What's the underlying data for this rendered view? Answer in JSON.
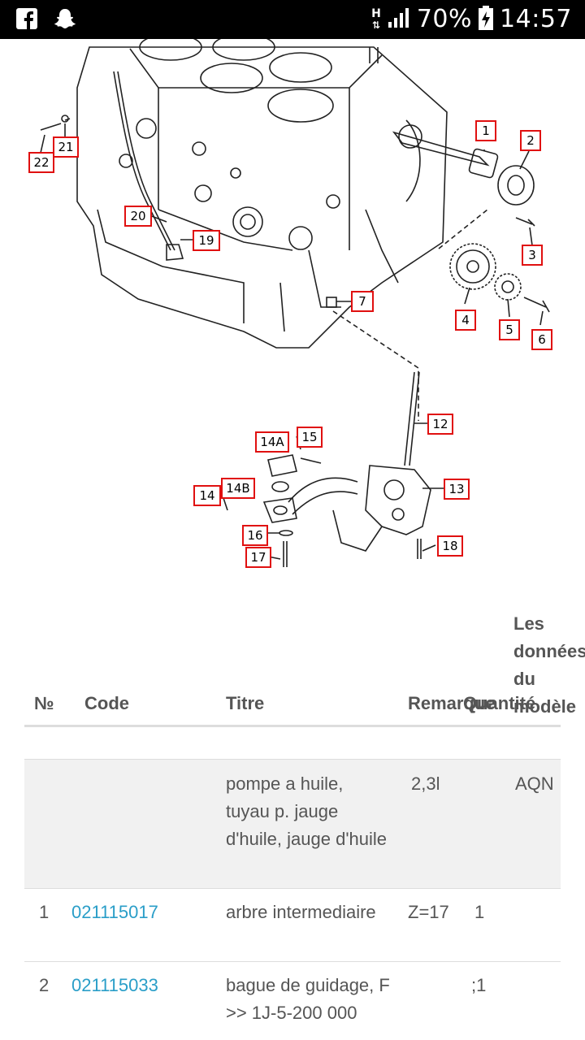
{
  "status_bar": {
    "battery": "70%",
    "time": "14:57",
    "network": "H"
  },
  "diagram": {
    "callouts": [
      "1",
      "2",
      "3",
      "4",
      "5",
      "6",
      "7",
      "12",
      "13",
      "14",
      "14A",
      "14B",
      "15",
      "16",
      "17",
      "18",
      "19",
      "20",
      "21",
      "22"
    ]
  },
  "table": {
    "headers": {
      "num": "№",
      "code": "Code",
      "title": "Titre",
      "remark": "Remarque",
      "qty": "Quantité",
      "model": "Les données du modèle"
    },
    "group_row": {
      "title": "pompe a huile, tuyau p. jauge d'huile, jauge d'huile",
      "remark": "2,3l",
      "model": "AQN"
    },
    "rows": [
      {
        "num": "1",
        "code": "021115017",
        "title": "arbre intermediaire",
        "remark": "Z=17",
        "qty": "1"
      },
      {
        "num": "2",
        "code": "021115033",
        "title": "bague de guidage, F >> 1J-5-200 000",
        "remark": "",
        "qty": ";1"
      }
    ]
  }
}
